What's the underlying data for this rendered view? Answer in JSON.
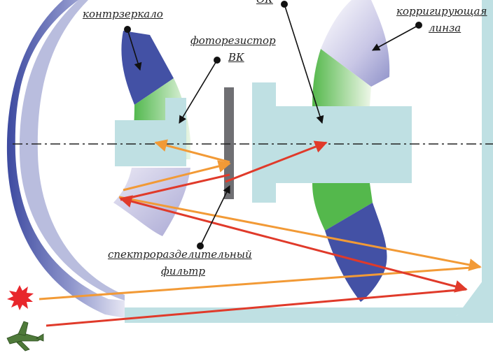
{
  "labels": {
    "counter_mirror": "контрзеркало",
    "photoresistor_line1": "фоторезистор",
    "photoresistor_line2": "ВК",
    "ok": "ОК",
    "corrective_lens_line1": "корригирующая",
    "corrective_lens_line2": "линза",
    "spectral_filter_line1": "спектроразделительный",
    "spectral_filter_line2": "фильтр"
  },
  "colors": {
    "housing": "#bfe0e3",
    "lens_light": "#d4d0ea",
    "lens_dark": "#4351a5",
    "lens_green": "#54b84c",
    "filter": "#6f6f73",
    "ray_orange": "#f29a36",
    "ray_red": "#e03a2a",
    "axis": "#222222",
    "burst": "#e8262b",
    "aircraft": "#4f7a3a"
  }
}
